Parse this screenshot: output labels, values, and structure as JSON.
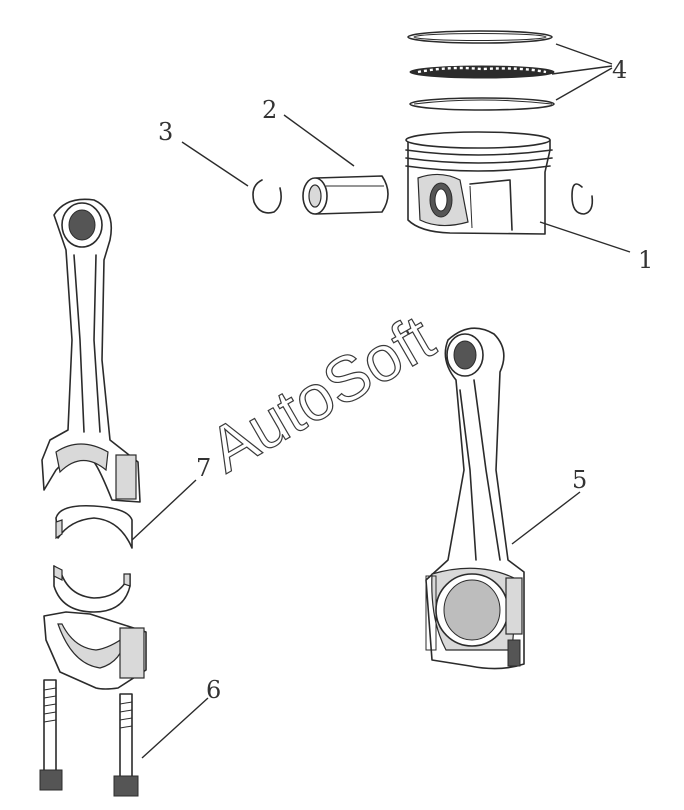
{
  "callouts": [
    {
      "label": "1"
    },
    {
      "label": "2"
    },
    {
      "label": "3"
    },
    {
      "label": "4"
    },
    {
      "label": "5"
    },
    {
      "label": "6"
    },
    {
      "label": "7"
    }
  ],
  "watermark": "AutoSoft"
}
